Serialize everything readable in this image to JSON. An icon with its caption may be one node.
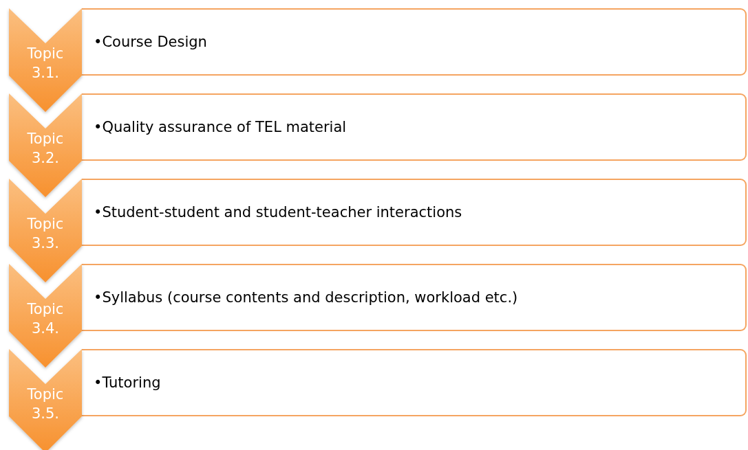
{
  "diagram": {
    "nodes": [
      {
        "text": [
          "Topic 3.1."
        ]
      },
      {
        "text": [
          "•Course Design"
        ]
      },
      {
        "text": [
          "Topic 3.2."
        ]
      },
      {
        "text": [
          "•Quality assurance of TEL material"
        ]
      },
      {
        "text": [
          "Topic 3.3."
        ]
      },
      {
        "text": [
          "•Student-student and student-teacher interactions"
        ]
      },
      {
        "text": [
          "Topic 3.4."
        ]
      },
      {
        "text": [
          "•Syllabus (course contents and description, workload etc.)"
        ]
      },
      {
        "text": [
          "Topic 3.5."
        ]
      },
      {
        "text": [
          "•Tutoring"
        ]
      }
    ]
  }
}
